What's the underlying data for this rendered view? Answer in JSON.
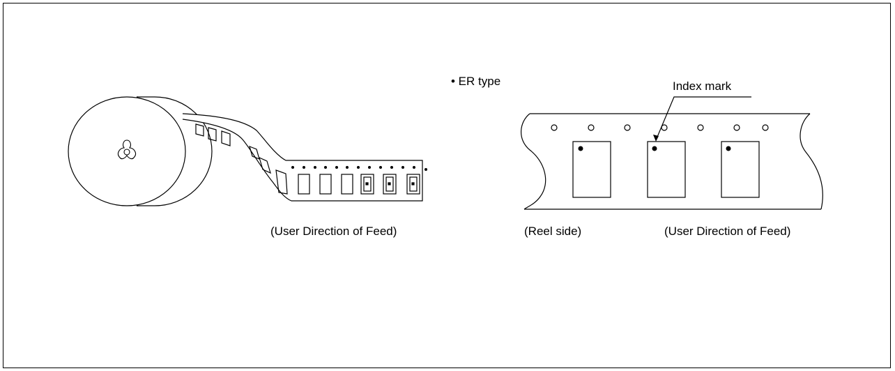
{
  "labels": {
    "er_type": "• ER type",
    "index_mark": "Index mark",
    "feed_left": "(User Direction of Feed)",
    "reel_side": "(Reel side)",
    "feed_right": "(User Direction of Feed)"
  },
  "colors": {
    "stroke": "#000000",
    "background": "#ffffff"
  }
}
